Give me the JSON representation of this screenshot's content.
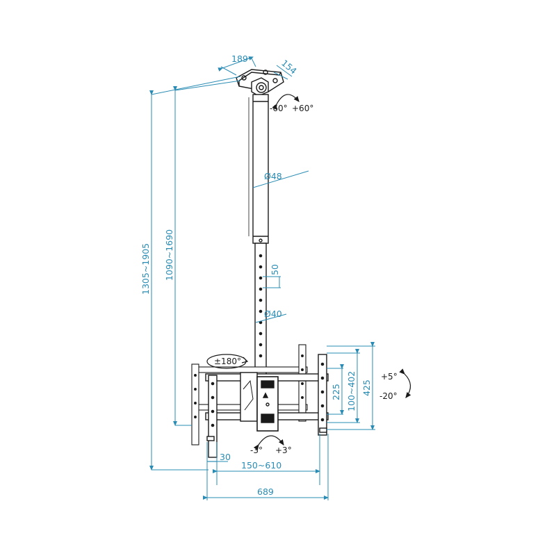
{
  "colors": {
    "dimension": "#2a8cb4",
    "product": "#1a1a1a",
    "rotation": "#1a1a1a",
    "background": "#ffffff"
  },
  "dimensions": {
    "plate_width": "189",
    "plate_depth": "154",
    "upper_tube_diameter": "Ø48",
    "lower_tube_diameter": "Ø40",
    "hole_spacing": "50",
    "total_height_range": "1305~1905",
    "pole_height_range": "1090~1690",
    "vesa_vertical_range": "100~402",
    "bracket_inner_height": "225",
    "bracket_outer_height": "425",
    "arm_offset": "30",
    "vesa_horizontal_range": "150~610",
    "overall_width": "689"
  },
  "rotations": {
    "swivel_left": "-60°",
    "swivel_right": "+60°",
    "rotate_full": "±180°",
    "tilt_up": "+5°",
    "tilt_down": "-20°",
    "level_left": "-3°",
    "level_right": "+3°"
  }
}
